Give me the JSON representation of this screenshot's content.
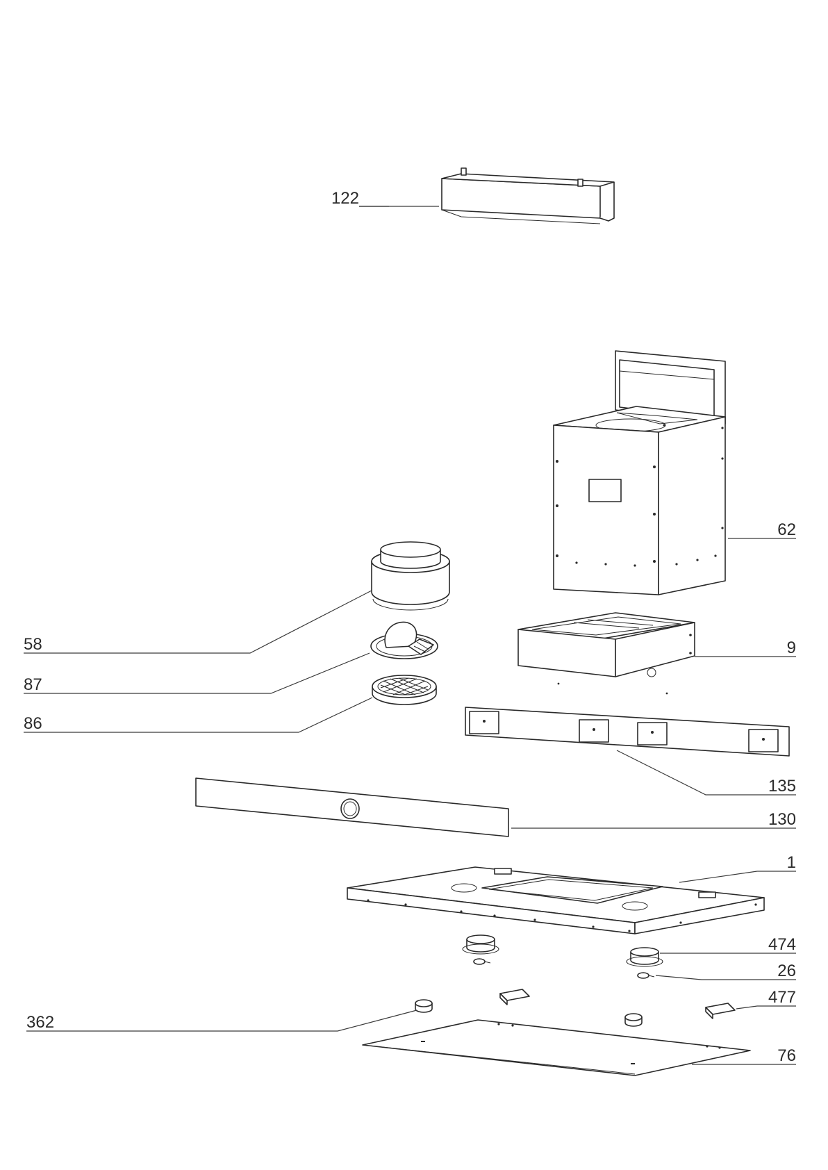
{
  "callouts": [
    {
      "id": "122",
      "text": "122"
    },
    {
      "id": "62",
      "text": "62"
    },
    {
      "id": "58",
      "text": "58"
    },
    {
      "id": "87",
      "text": "87"
    },
    {
      "id": "86",
      "text": "86"
    },
    {
      "id": "9",
      "text": "9"
    },
    {
      "id": "135",
      "text": "135"
    },
    {
      "id": "130",
      "text": "130"
    },
    {
      "id": "1",
      "text": "1"
    },
    {
      "id": "474",
      "text": "474"
    },
    {
      "id": "26",
      "text": "26"
    },
    {
      "id": "477",
      "text": "477"
    },
    {
      "id": "362",
      "text": "362"
    },
    {
      "id": "76",
      "text": "76"
    }
  ]
}
